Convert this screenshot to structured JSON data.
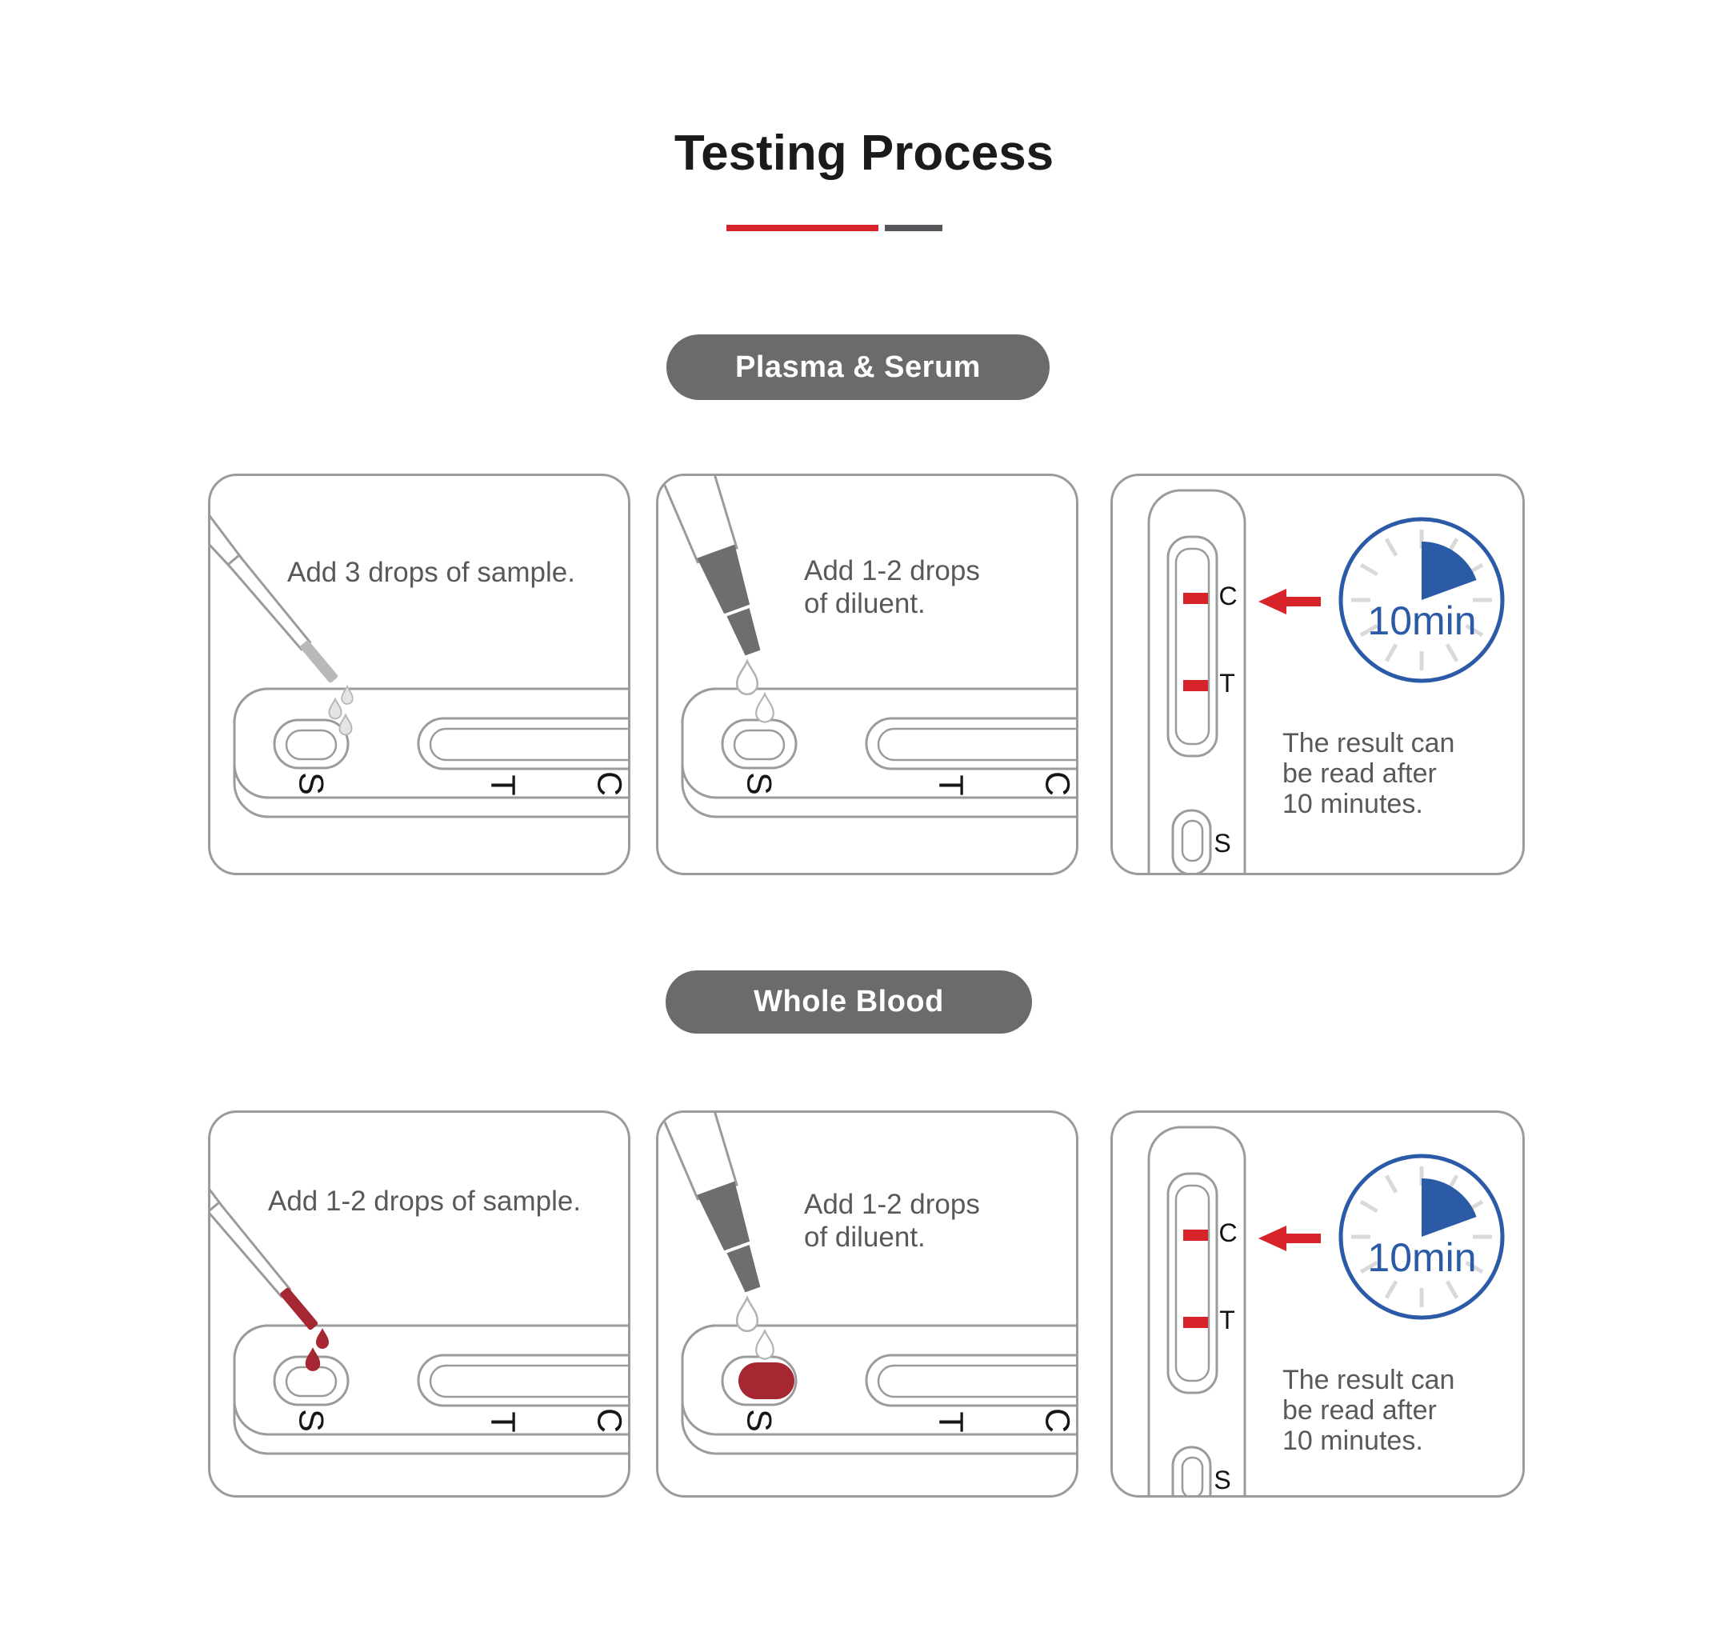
{
  "header": {
    "title": "Testing Process"
  },
  "colors": {
    "accent_red": "#d9232b",
    "underline_gray": "#55565a",
    "badge_gray": "#6b6b6b",
    "outline_gray": "#9b9b9b",
    "body_text_gray": "#58595b",
    "blood_red": "#a42731",
    "clock_blue": "#2b5aa7",
    "label_black": "#161616",
    "drop_gray": "#e4e4e4",
    "bottle_cap_gray": "#6e6e70",
    "pipette_tip_gray": "#b9b9b9"
  },
  "sections": [
    {
      "badge": "Plasma & Serum",
      "panels": [
        {
          "instruction_lines": [
            "Add 3 drops of sample."
          ],
          "labels": {
            "sample": "S",
            "test": "T",
            "control": "C"
          }
        },
        {
          "instruction_lines": [
            "Add 1-2 drops",
            "of diluent."
          ],
          "labels": {
            "sample": "S",
            "test": "T",
            "control": "C"
          }
        },
        {
          "timer_label": "10min",
          "labels": {
            "control": "C",
            "test": "T",
            "sample": "S"
          },
          "result_lines": [
            "The result can",
            "be read after",
            "10 minutes."
          ]
        }
      ]
    },
    {
      "badge": "Whole Blood",
      "panels": [
        {
          "instruction_lines": [
            "Add 1-2 drops of sample."
          ],
          "labels": {
            "sample": "S",
            "test": "T",
            "control": "C"
          }
        },
        {
          "instruction_lines": [
            "Add 1-2 drops",
            "of diluent."
          ],
          "labels": {
            "sample": "S",
            "test": "T",
            "control": "C"
          }
        },
        {
          "timer_label": "10min",
          "labels": {
            "control": "C",
            "test": "T",
            "sample": "S"
          },
          "result_lines": [
            "The result can",
            "be read after",
            "10 minutes."
          ]
        }
      ]
    }
  ]
}
